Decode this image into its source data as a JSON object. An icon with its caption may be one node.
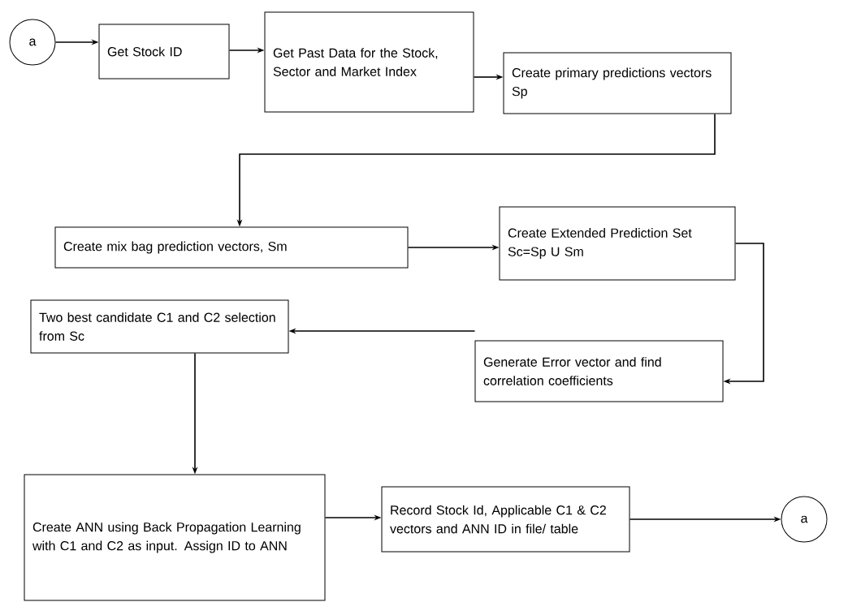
{
  "diagram": {
    "nodes": [
      {
        "text": [
          "a"
        ]
      },
      {
        "text": [
          "Get Stock ID"
        ]
      },
      {
        "text": [
          "Get Past Data for the Stock, Sector and Market Index"
        ]
      },
      {
        "text": [
          "Create primary predictions vectors Sp"
        ]
      },
      {
        "text": [
          "Create mix bag prediction vectors, Sm"
        ]
      },
      {
        "text": [
          "Create Extended Prediction Set Sc=Sp U Sm"
        ]
      },
      {
        "text": [
          "Generate Error vector and find correlation coefficients"
        ]
      },
      {
        "text": [
          "Two best candidate C1 and C2 selection from Sc"
        ]
      },
      {
        "text": [
          "Create ANN using Back Propagation Learning with C1 and C2 as input. Assign ID to ANN"
        ]
      },
      {
        "text": [
          "Record Stock Id, Applicable C1 & C2 vectors and ANN ID in file/ table"
        ]
      },
      {
        "text": [
          "a"
        ]
      }
    ],
    "edges": [
      {
        "from": 0,
        "to": 1,
        "arrow": "to"
      },
      {
        "from": 1,
        "to": 2,
        "arrow": "to"
      },
      {
        "from": 2,
        "to": 3,
        "arrow": "to"
      },
      {
        "from": 3,
        "to": 4,
        "arrow": "to"
      },
      {
        "from": 4,
        "to": 5,
        "arrow": "to"
      },
      {
        "from": 5,
        "to": 6,
        "arrow": "to"
      },
      {
        "from": 6,
        "to": 7,
        "arrow": "to"
      },
      {
        "from": 7,
        "to": 8,
        "arrow": "to"
      },
      {
        "from": 8,
        "to": 9,
        "arrow": "to"
      },
      {
        "from": 9,
        "to": 10,
        "arrow": "to"
      }
    ]
  }
}
